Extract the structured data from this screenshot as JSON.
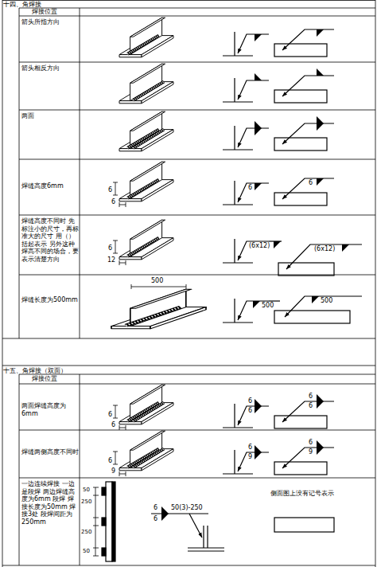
{
  "diagram": {
    "labels": [
      "十四、角焊接",
      "焊接位置",
      "箭头所指方向",
      "箭头相反方向",
      "两面",
      "焊缝高度6mm",
      "6",
      "6",
      "6",
      "6",
      "焊缝高度不同时 先标注小的尺寸，再标准大的尺寸 用（）括起表示 另外这种焊高不同的场合，要表示清楚方向",
      "6",
      "12",
      "(6x12)",
      "(6x12)",
      "焊缝长度为500mm",
      "500",
      "500",
      "500",
      "十五、角焊接（双面）",
      "焊接位置",
      "两面焊缝高度为6mm",
      "6",
      "6",
      "6",
      "6",
      "6",
      "6",
      "焊缝两侧高度不同时",
      "6",
      "9",
      "6",
      "9",
      "6",
      "9",
      "一边连续焊接 一边是段焊 两边焊缝高度为6mm 段焊 焊接长度为50mm 焊接3处 段焊间距为250mm",
      "250",
      "250",
      "50",
      "50",
      "6",
      "50(3)-250",
      "6",
      "侧面图上没有记号表示"
    ]
  }
}
